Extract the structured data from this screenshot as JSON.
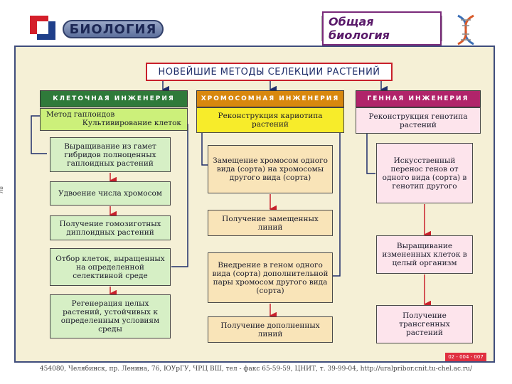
{
  "header": {
    "subject": "БИОЛОГИЯ",
    "section": "Общая биология"
  },
  "diagram": {
    "title": "НОВЕЙШИЕ МЕТОДЫ СЕЛЕКЦИИ РАСТЕНИЙ",
    "columns": [
      {
        "heading": "КЛЕТОЧНАЯ ИНЖЕНЕРИЯ",
        "method_line1": "Метод гаплоидов",
        "method_line2": "Культивирование клеток",
        "steps": [
          "Выращивание из гамет гибридов полноценных гаплоидных растений",
          "Удвоение числа хромосом",
          "Получение гомозиготных диплоидных растений",
          "Отбор клеток, выращенных на определенной селективной среде",
          "Регенерация целых растений, устойчивых к определенным условиям среды"
        ]
      },
      {
        "heading": "ХРОМОСОМНАЯ ИНЖЕНЕРИЯ",
        "method": "Реконструкция кариотипа растений",
        "steps": [
          "Замещение хромосом одного вида (сорта) на хромосомы другого вида (сорта)",
          "Получение замещенных линий",
          "Внедрение в геном одного вида (сорта) дополнительной пары хромосом другого вида (сорта)",
          "Получение дополненных линий"
        ]
      },
      {
        "heading": "ГЕННАЯ ИНЖЕНЕРИЯ",
        "method": "Реконструкция генотипа растений",
        "steps": [
          "Искусственный перенос генов от одного вида (сорта) в генотип другого",
          "Выращивание измененных клеток в целый организм",
          "Получение трансгенных растений"
        ]
      }
    ]
  },
  "footer": {
    "address": "454080, Челябинск, пр. Ленина, 76, ЮУрГУ, ЧРЦ ВШ, тел - факс 65-59-59, ЦНИТ, т. 39-99-04, http://uralpribor.cnit.tu-chel.ac.ru/",
    "code": "02 - 004 - 007",
    "side_mark": "ЛВ"
  },
  "colors": {
    "frame": "#3f4d7c",
    "frame_fill": "#f5f0d6",
    "accent_red": "#c8202b",
    "cell_green": "#2f7a3a",
    "chrom_orange": "#d8880e",
    "gene_magenta": "#b0246a"
  },
  "icons": [
    "logo-mark-icon",
    "dna-icon"
  ]
}
